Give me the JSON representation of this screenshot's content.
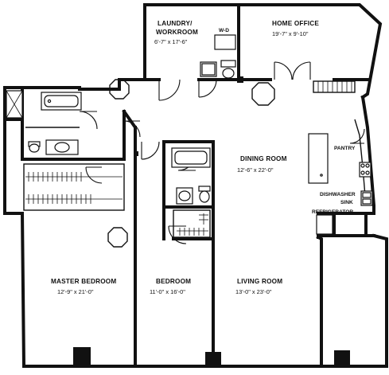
{
  "rooms": {
    "laundry": {
      "name_line1": "LAUNDRY/",
      "name_line2": "WORKROOM",
      "dims": "6'-7\" x 17'-6\""
    },
    "washer_dryer": {
      "name": "W-D"
    },
    "home_office": {
      "name": "HOME OFFICE",
      "dims": "19'-7\" x 9'-10\""
    },
    "dining_room": {
      "name": "DINING ROOM",
      "dims": "12'-6\" x 22'-0\""
    },
    "pantry": {
      "name": "PANTRY"
    },
    "dishwasher": {
      "name": "DISHWASHER"
    },
    "sink": {
      "name": "SINK"
    },
    "refrigerator": {
      "name": "REFRIGERATOR"
    },
    "master_bedroom": {
      "name": "MASTER BEDROOM",
      "dims": "12'-9\" x 21'-0\""
    },
    "bedroom": {
      "name": "BEDROOM",
      "dims": "11'-0\" x 16'-0\""
    },
    "living_room": {
      "name": "LIVING ROOM",
      "dims": "13'-0\" x 23'-0\""
    }
  }
}
